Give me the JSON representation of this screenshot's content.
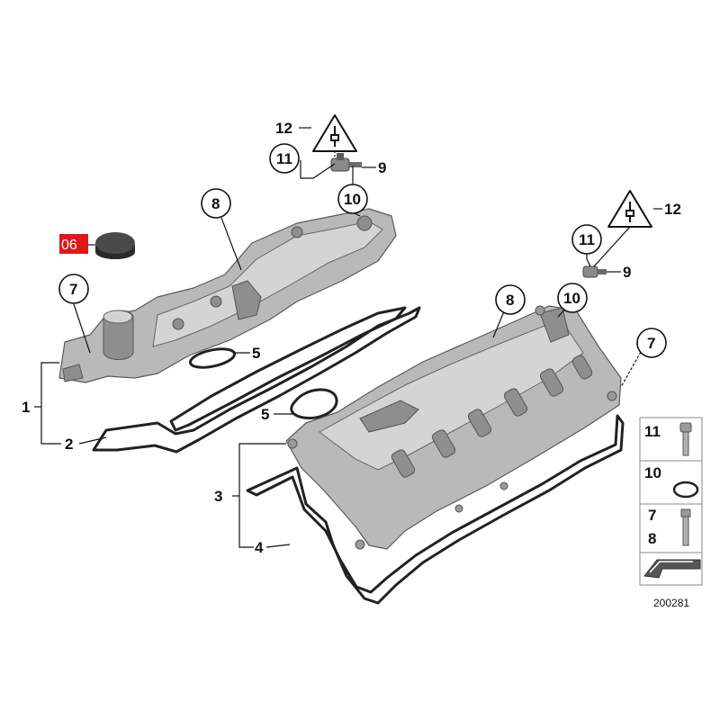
{
  "callouts": {
    "c1": "1",
    "c2": "2",
    "c3": "3",
    "c4": "4",
    "c5a": "5",
    "c5b": "5",
    "c6": "06",
    "c7a": "7",
    "c7b": "7",
    "c8a": "8",
    "c8b": "8",
    "c9a": "9",
    "c9b": "9",
    "c10a": "10",
    "c10b": "10",
    "c11a": "11",
    "c11b": "11",
    "c12a": "12",
    "c12b": "12"
  },
  "legend": {
    "row1": "11",
    "row2": "10",
    "row3a": "7",
    "row3b": "8"
  },
  "diagram_number": "200281",
  "colors": {
    "highlight": "#e0161b",
    "aluminium": "#b9b9b9"
  }
}
